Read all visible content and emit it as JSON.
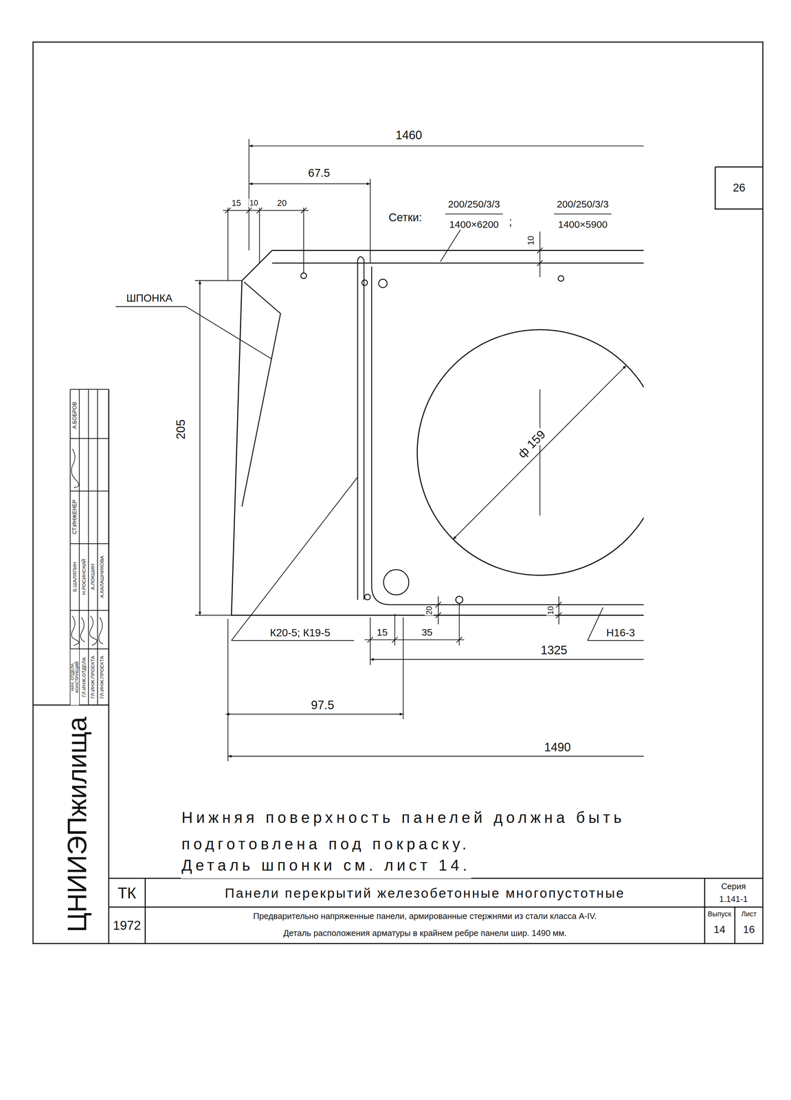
{
  "diagram": {
    "labels": [
      "26",
      "1460",
      "67.5",
      "15",
      "10",
      "20",
      "Сетки:",
      "200/250/3/3",
      "1400×6200",
      ";",
      "200/250/3/3",
      "1400×5900",
      "10",
      "ШПОНКА",
      "205",
      "ф 159",
      "20",
      "10",
      "К20-5; К19-5",
      "15",
      "35",
      "Н16-3",
      "1325",
      "97.5",
      "1490",
      "Нижняя поверхность панелей должна быть подготовлена под покраску.",
      "Деталь шпонки см. лист 14.",
      "А.БОБРОВ",
      "СТ.ИНЖЕНЕР",
      "НАЧ. ОТДЕЛА КОНСТРУКЦИЙ",
      "ГЛ.ИНЖ.ОТДЕЛА",
      "ГЛ.ИНЖ.ПРОЕКТА",
      "ГЛ.ИНЖ.ПРОЕКТА",
      "Б.ШАЛЯПИН",
      "Н.РОСИНСКИЙ",
      "А.ЛОКШИН",
      "А.КАЛАШНИКОВА",
      "ЦНИИЭПжилища",
      "ТК",
      "Панели перекрытий железобетонные многопустотные",
      "Серия",
      "1.141-1",
      "1972",
      "Предварительно напряженные панели, армированные стержнями из стали класса А-IV.",
      "Деталь расположения арматуры в крайнем ребре панели шир. 1490 мм.",
      "Выпуск",
      "14",
      "Лист",
      "16"
    ]
  }
}
